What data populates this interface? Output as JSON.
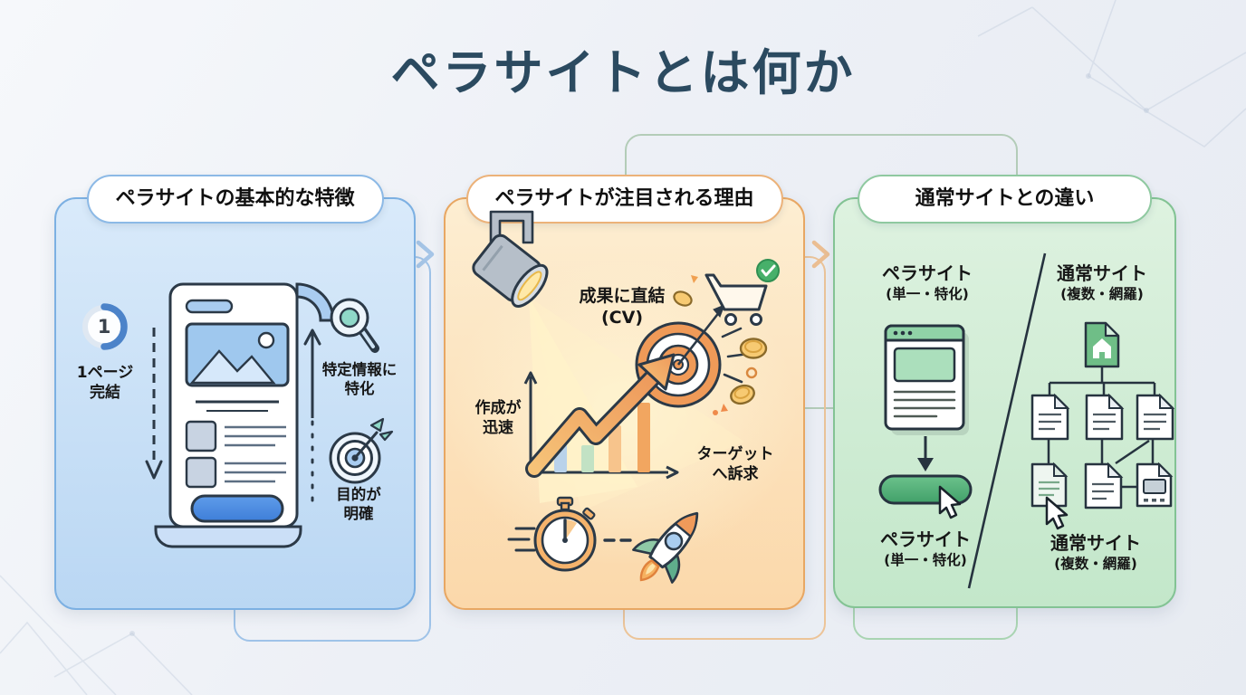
{
  "slide": {
    "title": "ペラサイトとは何か"
  },
  "panels": {
    "features": {
      "header": "ペラサイトの基本的な特徴",
      "page_badge": "1",
      "point_pages": {
        "line1": "1ページ",
        "line2": "完結"
      },
      "point_focus": {
        "line1": "特定情報に",
        "line2": "特化"
      },
      "point_purpose": {
        "line1": "目的が",
        "line2": "明確"
      }
    },
    "reasons": {
      "header": "ペラサイトが注目される理由",
      "point_cv": {
        "line1": "成果に直結",
        "line2": "(CV)"
      },
      "point_speed": {
        "line1": "作成が",
        "line2": "迅速"
      },
      "point_target": {
        "line1": "ターゲット",
        "line2": "へ訴求"
      }
    },
    "comparison": {
      "header": "通常サイトとの違い",
      "pera_top": {
        "line1": "ペラサイト",
        "line2": "(単一・特化)"
      },
      "normal_top": {
        "line1": "通常サイト",
        "line2": "(複数・網羅)"
      },
      "pera_bottom": {
        "line1": "ペラサイト",
        "line2": "(単一・特化)"
      },
      "normal_bottom": {
        "line1": "通常サイト",
        "line2": "(複数・網羅)"
      }
    }
  },
  "colors": {
    "title": "#2b4a60",
    "blue_accent": "#7cb0e2",
    "orange_accent": "#e8a763",
    "green_accent": "#83c394"
  }
}
